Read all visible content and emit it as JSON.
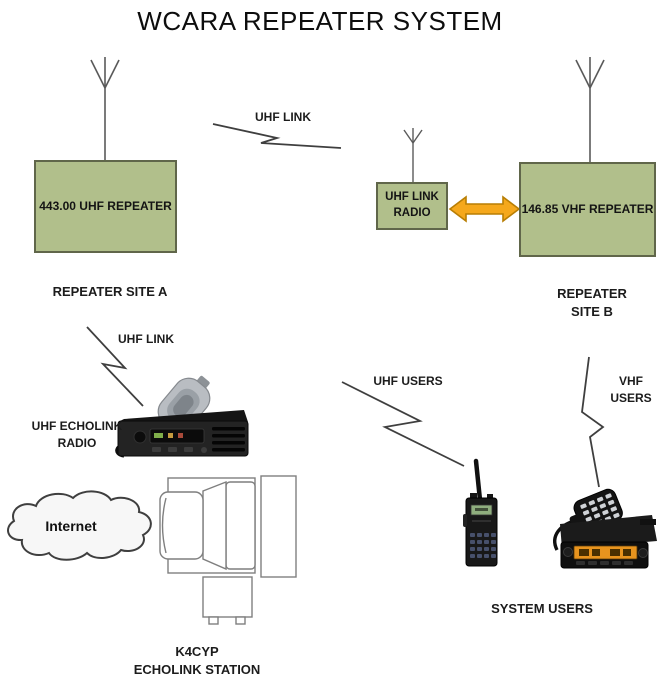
{
  "title": "WCARA REPEATER SYSTEM",
  "colors": {
    "box_fill": "#b1bf8b",
    "box_border": "#60664a",
    "arrow_fill": "#F5A81C",
    "arrow_border": "#B87E04",
    "connector_line": "#3f3f3f",
    "cloud_fill": "#f7f7f7"
  },
  "sites": {
    "site_a": {
      "box_label": "443.00 UHF REPEATER",
      "caption": "REPEATER SITE A"
    },
    "site_b": {
      "box_label": "146.85 VHF REPEATER",
      "caption": "REPEATER SITE B"
    },
    "link_radio": {
      "box_label": "UHF LINK\nRADIO"
    }
  },
  "links": {
    "uhf_link_top": "UHF LINK",
    "uhf_link_echolink": "UHF LINK",
    "uhf_users": "UHF USERS",
    "vhf_users": "VHF USERS"
  },
  "echolink": {
    "radio_caption": "UHF ECHOLINK\nRADIO",
    "internet_label": "Internet",
    "station_caption": "K4CYP\nECHOLINK STATION"
  },
  "users": {
    "caption": "SYSTEM USERS"
  },
  "icons": {
    "antenna": "antenna-icon",
    "lightning_link": "lightning-zigzag-icon",
    "bidirectional_arrow": "double-arrow-icon",
    "internet_cloud": "cloud-icon",
    "computer": "computer-top-view-icon",
    "echolink_mobile_radio": "mobile-radio-icon",
    "handheld_radio": "handheld-radio-icon",
    "vhf_mobile_radio": "mobile-radio-with-mic-icon"
  }
}
